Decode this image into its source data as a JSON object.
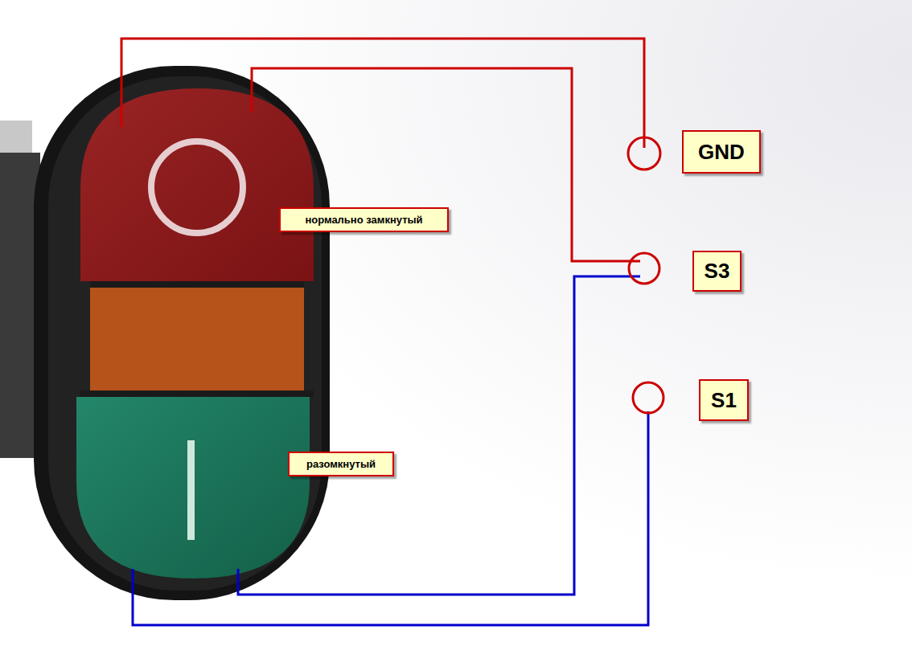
{
  "diagram": {
    "nodes": [
      {
        "text": [
          "GND"
        ]
      },
      {
        "text": [
          "нормально замкнутый"
        ]
      },
      {
        "text": [
          "S3"
        ]
      },
      {
        "text": [
          "S1"
        ]
      },
      {
        "text": [
          "разомкнутый"
        ]
      }
    ]
  }
}
